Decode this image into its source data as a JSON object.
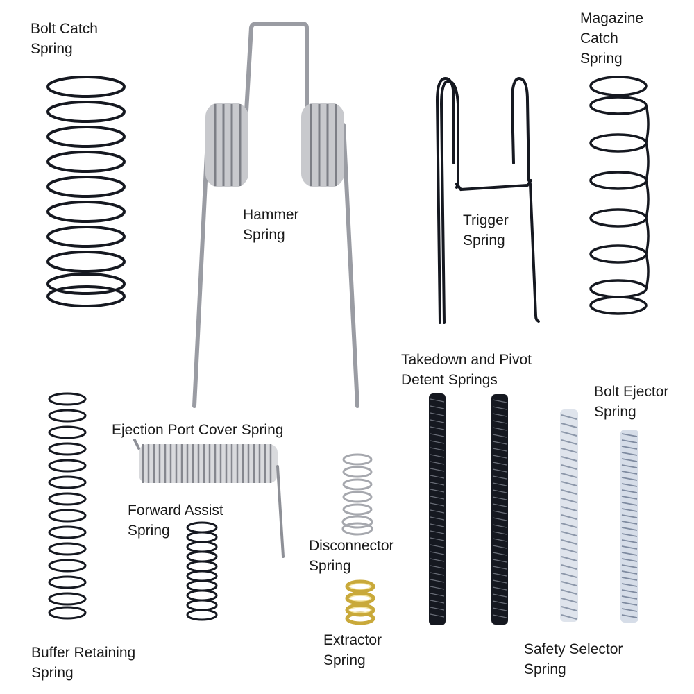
{
  "image": {
    "subject": "AR-15 lower/upper receiver spring kit",
    "background": "#ffffff"
  },
  "colors": {
    "black_spring": "#151820",
    "steel_spring": "#9a9ca3",
    "steel_highlight": "#e2e3e6",
    "zinc_spring": "#b8c4d4",
    "gold_spring": "#c9a93a",
    "label_text": "#1a1a1a"
  },
  "labels": {
    "bolt_catch": {
      "line1": "Bolt Catch",
      "line2": "Spring"
    },
    "hammer": {
      "line1": "Hammer",
      "line2": "Spring"
    },
    "trigger": {
      "line1": "Trigger",
      "line2": "Spring"
    },
    "magazine_catch": {
      "line1": "Magazine",
      "line2": "Catch",
      "line3": "Spring"
    },
    "takedown_pivot": {
      "line1": "Takedown and Pivot",
      "line2": "Detent Springs"
    },
    "bolt_ejector": {
      "line1": "Bolt Ejector",
      "line2": "Spring"
    },
    "ejection_port_cover": {
      "line1": "Ejection Port Cover Spring"
    },
    "forward_assist": {
      "line1": "Forward Assist",
      "line2": "Spring"
    },
    "disconnector": {
      "line1": "Disconnector",
      "line2": "Spring"
    },
    "extractor": {
      "line1": "Extractor",
      "line2": "Spring"
    },
    "buffer_retaining": {
      "line1": "Buffer Retaining",
      "line2": "Spring"
    },
    "safety_selector": {
      "line1": "Safety Selector",
      "line2": "Spring"
    }
  }
}
